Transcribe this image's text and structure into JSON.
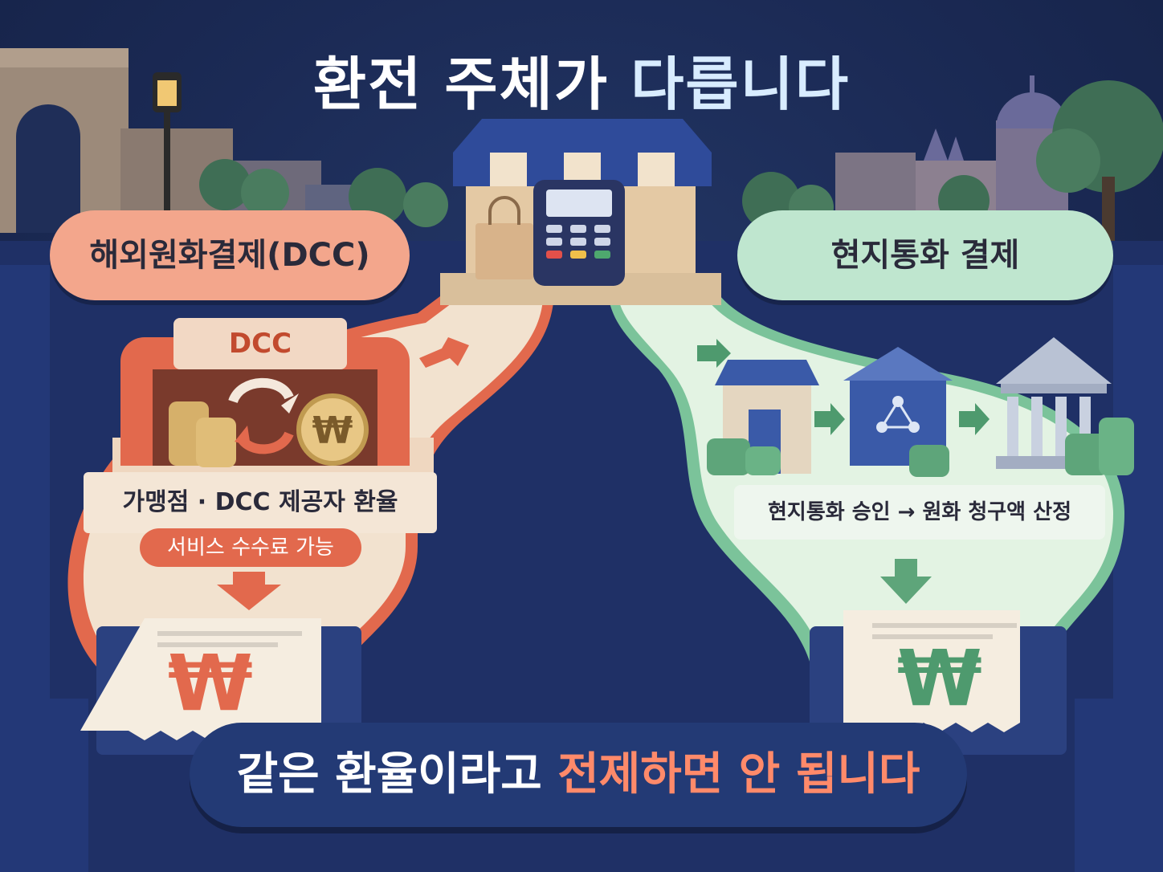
{
  "title": {
    "part1": "환전 주체가 ",
    "part2": "다릅니다"
  },
  "dcc": {
    "pill": "해외원화결제(DCC)",
    "box_label": "DCC",
    "coin_symbol": "₩",
    "rate_text": "가맹점 · DCC 제공자 환율",
    "fee_text": "서비스 수수료 가능",
    "receipt_symbol": "₩"
  },
  "local": {
    "pill": "현지통화 결제",
    "flow_text": "현지통화 승인 → 원화 청구액 산정",
    "receipt_symbol": "₩"
  },
  "bottom": {
    "part1": "같은 환율이라고 ",
    "part2": "전제하면 안 됩니다"
  },
  "colors": {
    "dcc": "#e2694d",
    "local": "#4e9a6e",
    "navy": "#1c2b55"
  }
}
